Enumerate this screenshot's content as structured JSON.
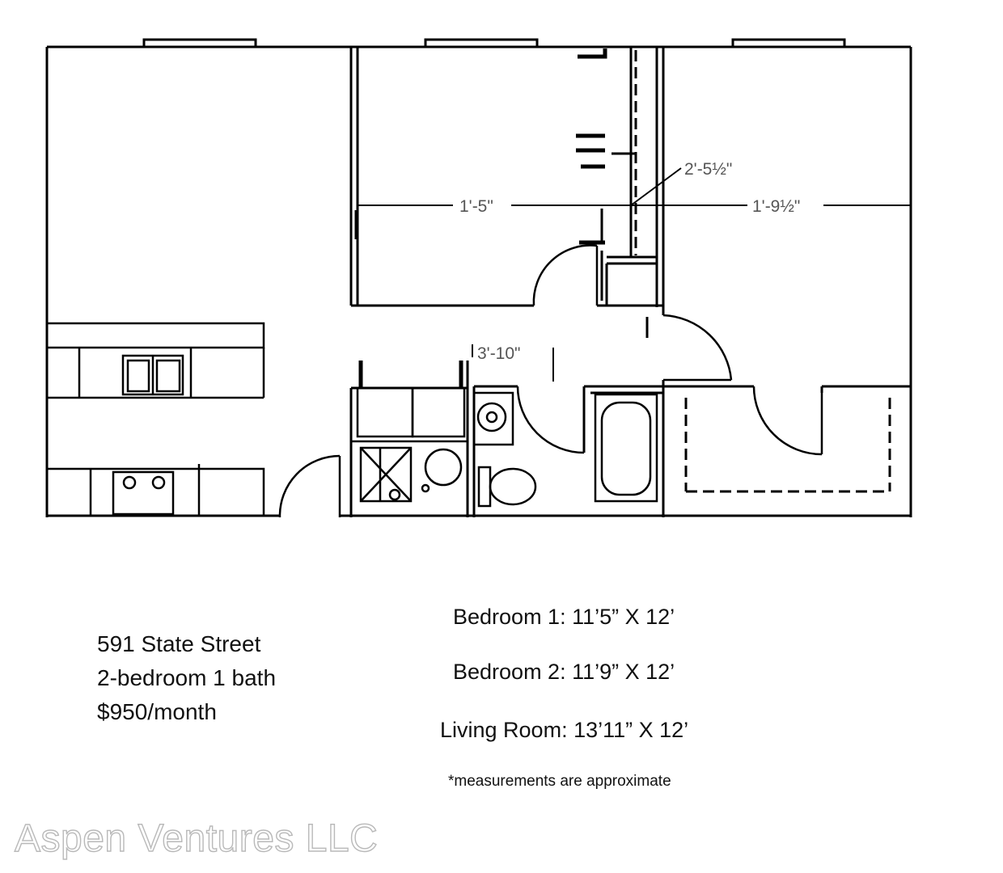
{
  "floorplan": {
    "dimensions": {
      "bedroom1_width": "1'-5\"",
      "bedroom2_width": "1'-9½\"",
      "closet_depth": "2'-5½\"",
      "hall_width": "3'-10\""
    }
  },
  "listing": {
    "address": "591 State Street",
    "layout": "2-bedroom 1 bath",
    "rent": "$950/month"
  },
  "rooms": [
    {
      "text": "Bedroom 1: 11’5” X 12’"
    },
    {
      "text": "Bedroom 2: 11’9” X 12’"
    },
    {
      "text": "Living Room: 13’11” X 12’"
    }
  ],
  "note": "*measurements are approximate",
  "watermark": "Aspen Ventures LLC"
}
